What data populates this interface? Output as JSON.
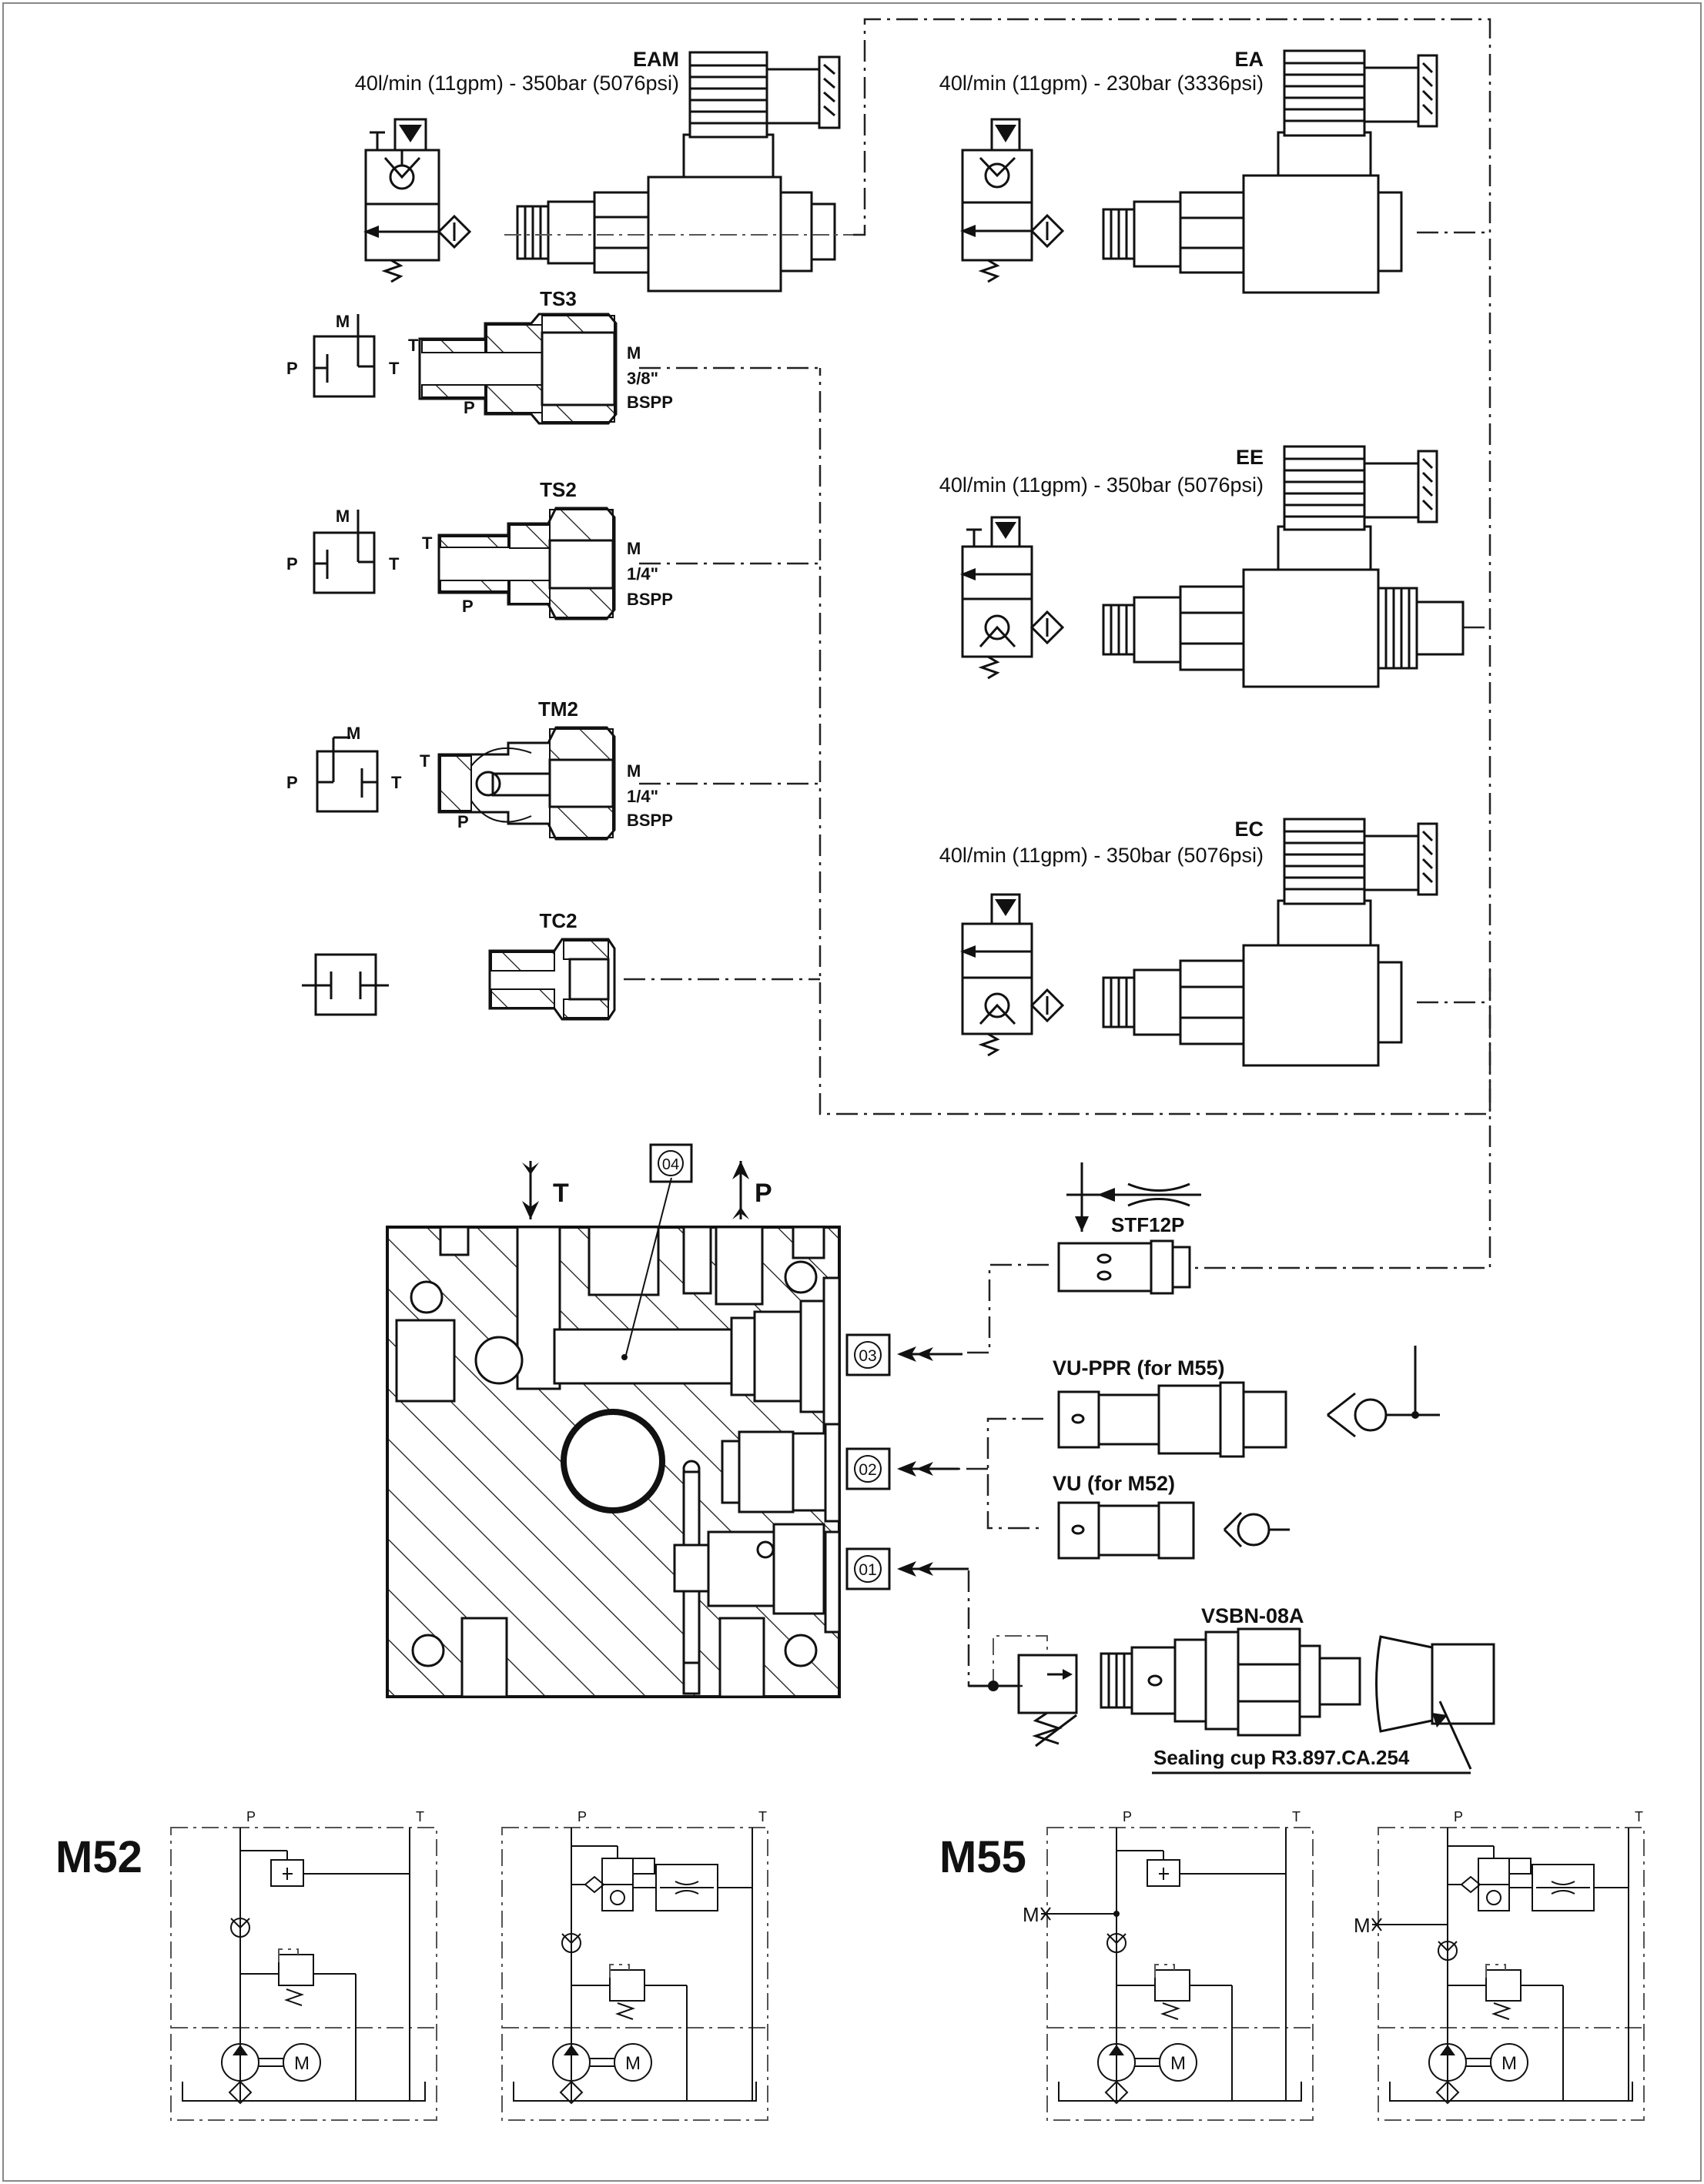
{
  "cartridges": {
    "eam": {
      "code": "EAM",
      "spec": "40l/min (11gpm) - 350bar (5076psi)"
    },
    "ea": {
      "code": "EA",
      "spec": "40l/min (11gpm) - 230bar (3336psi)"
    },
    "ee": {
      "code": "EE",
      "spec": "40l/min (11gpm) - 350bar (5076psi)"
    },
    "ec": {
      "code": "EC",
      "spec": "40l/min (11gpm) - 350bar (5076psi)"
    }
  },
  "plugs": {
    "ts3": {
      "code": "TS3",
      "port": "M",
      "size": "3/8\"",
      "thread": "BSPP"
    },
    "ts2": {
      "code": "TS2",
      "port": "M",
      "size": "1/4\"",
      "thread": "BSPP"
    },
    "tm2": {
      "code": "TM2",
      "port": "M",
      "size": "1/4\"",
      "thread": "BSPP"
    },
    "tc2": {
      "code": "TC2"
    }
  },
  "port_letters": {
    "p": "P",
    "t": "T",
    "m": "M"
  },
  "block": {
    "tank_label": "T",
    "pressure_label": "P"
  },
  "callouts": {
    "c01": "01",
    "c02": "02",
    "c03": "03",
    "c04": "04"
  },
  "options": {
    "stf": "STF12P",
    "vu_ppr": "VU-PPR (for M55)",
    "vu": "VU (for M52)",
    "vsbn": "VSBN-08A",
    "sealing_cup": "Sealing cup R3.897.CA.254"
  },
  "circuits": {
    "m52": "M52",
    "m55": "M55",
    "p": "P",
    "t": "T",
    "motor": "M",
    "gauge": "M"
  },
  "colors": {
    "line": "#111111",
    "background": "#ffffff",
    "frame": "#555555"
  }
}
